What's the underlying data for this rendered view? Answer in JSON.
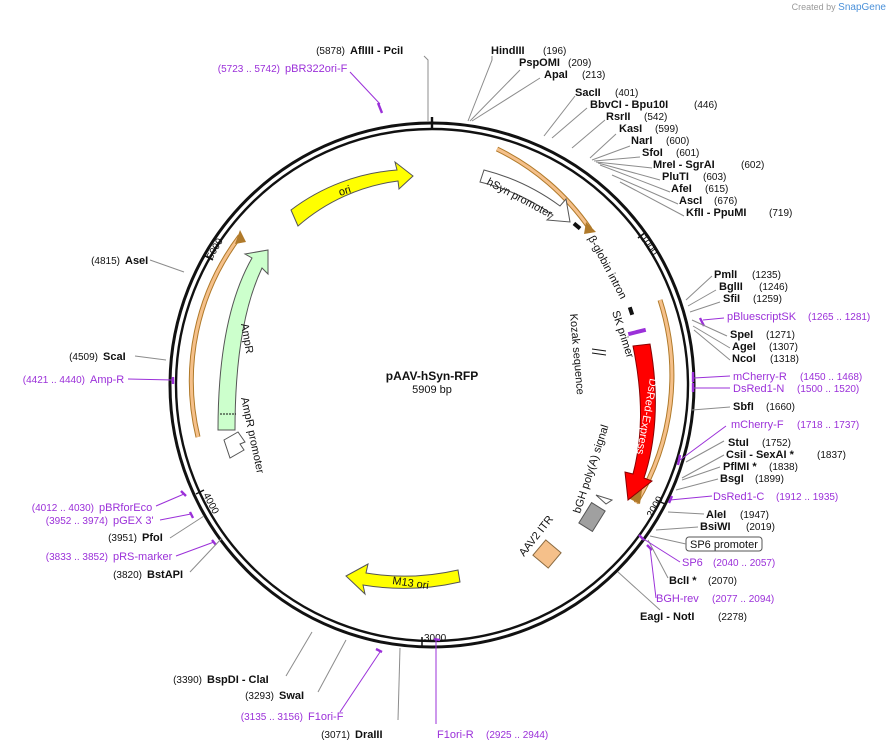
{
  "brand": {
    "prefix": "Created by",
    "name": "SnapGene"
  },
  "plasmid": {
    "name": "pAAV-hSyn-RFP",
    "length_label": "5909 bp",
    "length": 5909
  },
  "scale_ticks": [
    {
      "bp": 1000,
      "label": "1000"
    },
    {
      "bp": 2000,
      "label": "2000"
    },
    {
      "bp": 3000,
      "label": "3000"
    },
    {
      "bp": 4000,
      "label": "4000"
    },
    {
      "bp": 5000,
      "label": "5000"
    }
  ],
  "enzymes": [
    {
      "name": "AflIII  - PciI",
      "pos": "(5878)"
    },
    {
      "name": "HindIII",
      "pos": "(196)"
    },
    {
      "name": "PspOMI",
      "pos": "(209)"
    },
    {
      "name": "ApaI",
      "pos": "(213)"
    },
    {
      "name": "SacII",
      "pos": "(401)"
    },
    {
      "name": "BbvCI  - Bpu10I",
      "pos": "(446)"
    },
    {
      "name": "RsrII",
      "pos": "(542)"
    },
    {
      "name": "KasI",
      "pos": "(599)"
    },
    {
      "name": "NarI",
      "pos": "(600)"
    },
    {
      "name": "SfoI",
      "pos": "(601)"
    },
    {
      "name": "MreI  - SgrAI",
      "pos": "(602)"
    },
    {
      "name": "PluTI",
      "pos": "(603)"
    },
    {
      "name": "AfeI",
      "pos": "(615)"
    },
    {
      "name": "AscI",
      "pos": "(676)"
    },
    {
      "name": "KflI  - PpuMI",
      "pos": "(719)"
    },
    {
      "name": "PmlI",
      "pos": "(1235)"
    },
    {
      "name": "BglII",
      "pos": "(1246)"
    },
    {
      "name": "SfiI",
      "pos": "(1259)"
    },
    {
      "name": "SpeI",
      "pos": "(1271)"
    },
    {
      "name": "AgeI",
      "pos": "(1307)"
    },
    {
      "name": "NcoI",
      "pos": "(1318)"
    },
    {
      "name": "SbfI",
      "pos": "(1660)"
    },
    {
      "name": "StuI",
      "pos": "(1752)"
    },
    {
      "name": "CsiI  - SexAI *",
      "pos": "(1837)"
    },
    {
      "name": "PflMI *",
      "pos": "(1838)"
    },
    {
      "name": "BsgI",
      "pos": "(1899)"
    },
    {
      "name": "AleI",
      "pos": "(1947)"
    },
    {
      "name": "BsiWI",
      "pos": "(2019)"
    },
    {
      "name": "BclI *",
      "pos": "(2070)"
    },
    {
      "name": "EagI  - NotI",
      "pos": "(2278)"
    },
    {
      "name": "DraIII",
      "pos": "(3071)"
    },
    {
      "name": "SwaI",
      "pos": "(3293)"
    },
    {
      "name": "BspDI  - ClaI",
      "pos": "(3390)"
    },
    {
      "name": "BstAPI",
      "pos": "(3820)"
    },
    {
      "name": "PfoI",
      "pos": "(3951)"
    },
    {
      "name": "ScaI",
      "pos": "(4509)"
    },
    {
      "name": "AseI",
      "pos": "(4815)"
    }
  ],
  "primers": [
    {
      "name": "pBR322ori-F",
      "pos": "(5723 .. 5742)"
    },
    {
      "name": "pBluescriptSK",
      "pos": "(1265 .. 1281)"
    },
    {
      "name": "mCherry-R",
      "pos": "(1450 .. 1468)"
    },
    {
      "name": "DsRed1-N",
      "pos": "(1500 .. 1520)"
    },
    {
      "name": "mCherry-F",
      "pos": "(1718 .. 1737)"
    },
    {
      "name": "DsRed1-C",
      "pos": "(1912 .. 1935)"
    },
    {
      "name": "SP6",
      "pos": "(2040 .. 2057)"
    },
    {
      "name": "BGH-rev",
      "pos": "(2077 .. 2094)"
    },
    {
      "name": "F1ori-R",
      "pos": "(2925 .. 2944)"
    },
    {
      "name": "F1ori-F",
      "pos": "(3135 .. 3156)"
    },
    {
      "name": "pRS-marker",
      "pos": "(3833 .. 3852)"
    },
    {
      "name": "pGEX 3'",
      "pos": "(3952 .. 3974)"
    },
    {
      "name": "pBRforEco",
      "pos": "(4012 .. 4030)"
    },
    {
      "name": "Amp-R",
      "pos": "(4421 .. 4440)"
    }
  ],
  "features": [
    {
      "name": "ori",
      "color": "#ffff00"
    },
    {
      "name": "hSyn promoter",
      "color": "#ffffff"
    },
    {
      "name": "β-globin intron",
      "color": "#000000"
    },
    {
      "name": "SK primer",
      "color": "#9b30d9"
    },
    {
      "name": "Kozak sequence",
      "color": "#000000"
    },
    {
      "name": "DsRed-Express",
      "color": "#ff0000"
    },
    {
      "name": "bGH poly(A) signal",
      "color": "#a0a0a0"
    },
    {
      "name": "SP6 promoter",
      "color": "#ffffff"
    },
    {
      "name": "AAV2 ITR",
      "color": "#f5c08a"
    },
    {
      "name": "M13 ori",
      "color": "#ffff00"
    },
    {
      "name": "AmpR promoter",
      "color": "#ffffff"
    },
    {
      "name": "AmpR",
      "color": "#ccffcc"
    }
  ],
  "colors": {
    "backbone": "#111111",
    "enzyme_line": "#8c8c8c",
    "primer": "#9b30d9",
    "orf_bar": "#f5c08a",
    "orf_bar_edge": "#b07a2a"
  }
}
